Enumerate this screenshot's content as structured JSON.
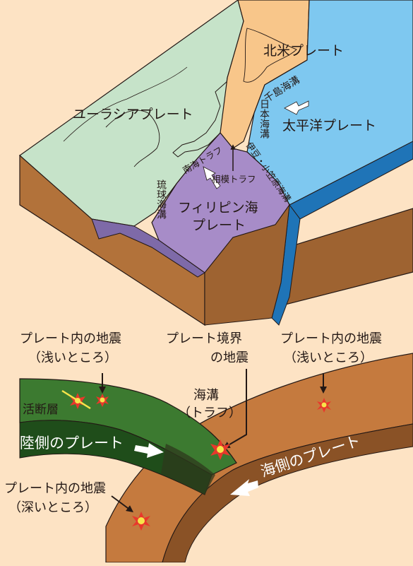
{
  "colors": {
    "background": "#fde3c4",
    "eurasian_plate": "#c6e3c9",
    "north_american_plate": "#f8c68a",
    "pacific_plate": "#7ec8f0",
    "philippine_sea_plate": "#a78cc8",
    "crust_brown": "#b2723a",
    "continental_green": "#3c7a30",
    "oceanic_brown": "#c57a3e",
    "arrow": "#ffffff",
    "quake_red": "#e8382b",
    "quake_yellow": "#f7e44a"
  },
  "map": {
    "plates": {
      "eurasian": "ユーラシアプレート",
      "north_american": "北米プレート",
      "pacific": "太平洋プレート",
      "philippine_sea_line1": "フィリピン海",
      "philippine_sea_line2": "プレート"
    },
    "trenches": {
      "chishima": "千島海溝",
      "japan": "日本海溝",
      "izu_ogasawara": "伊豆・小笠原海溝",
      "nankai": "南海トラフ",
      "sagami": "相模トラフ",
      "ryukyu": "琉球海溝"
    }
  },
  "cross_section": {
    "intraplate_shallow_left": {
      "line1": "プレート内の地震",
      "line2": "（浅いところ）"
    },
    "boundary": {
      "line1": "プレート境界",
      "line2": "の地震"
    },
    "intraplate_shallow_right": {
      "line1": "プレート内の地震",
      "line2": "（浅いところ）"
    },
    "trench": {
      "line1": "海溝",
      "line2": "（トラフ）"
    },
    "active_fault": "活断層",
    "land_plate": "陸側のプレート",
    "sea_plate": "海側のプレート",
    "intraplate_deep": {
      "line1": "プレート内の地震",
      "line2": "（深いところ）"
    }
  }
}
